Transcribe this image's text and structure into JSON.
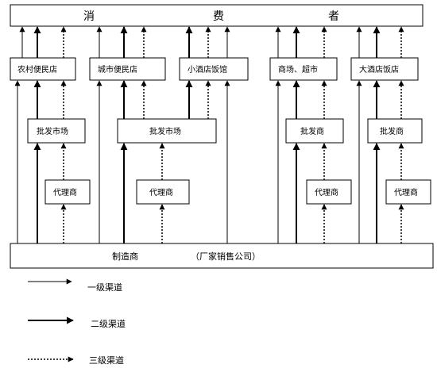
{
  "top": {
    "chars": [
      "消",
      "费",
      "者"
    ]
  },
  "retail": {
    "rural_store": "农村便民店",
    "city_store": "城市便民店",
    "small_restaurant": "小酒店饭馆",
    "mall_supermarket": "商场、超市",
    "big_hotel": "大酒店饭店"
  },
  "wholesale": {
    "market_left": "批发市场",
    "market_mid": "批发市场",
    "dealer_right1": "批发商",
    "dealer_right2": "批发商"
  },
  "agents": {
    "a1": "代理商",
    "a2": "代理商",
    "a3": "代理商",
    "a4": "代理商"
  },
  "bottom": {
    "manufacturer": "制造商",
    "company": "（厂家销售公司）"
  },
  "legend": {
    "level1": "一级渠道",
    "level2": "二级渠道",
    "level3": "三级渠道"
  }
}
